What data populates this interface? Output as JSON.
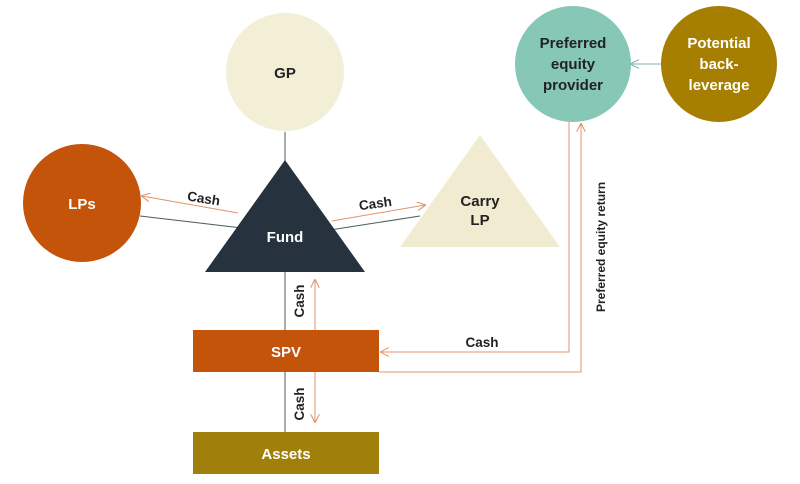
{
  "nodes": {
    "gp": {
      "label": "GP"
    },
    "lps": {
      "label": "LPs"
    },
    "fund": {
      "label": "Fund"
    },
    "carry_lp": {
      "line1": "Carry",
      "line2": "LP"
    },
    "preferred_equity_provider": {
      "line1": "Preferred",
      "line2": "equity",
      "line3": "provider"
    },
    "potential_back_leverage": {
      "line1": "Potential",
      "line2": "back-",
      "line3": "leverage"
    },
    "spv": {
      "label": "SPV"
    },
    "assets": {
      "label": "Assets"
    }
  },
  "edges": {
    "fund_to_lps": "Cash",
    "fund_to_carry": "Cash",
    "spv_to_fund": "Cash",
    "spv_to_assets": "Cash",
    "provider_to_spv": "Cash",
    "preferred_return": "Preferred equity return"
  },
  "colors": {
    "gp": "#f3efd6",
    "lps": "#c5540b",
    "fund": "#26323d",
    "carry": "#f1ecd1",
    "provider": "#86c8b5",
    "leverage": "#a67f00",
    "spv": "#c5540b",
    "assets": "#a07f0a",
    "cash_arrow": "#e0956a",
    "line": "#4a5f5a",
    "provider_arrow": "#7fb6a6"
  }
}
